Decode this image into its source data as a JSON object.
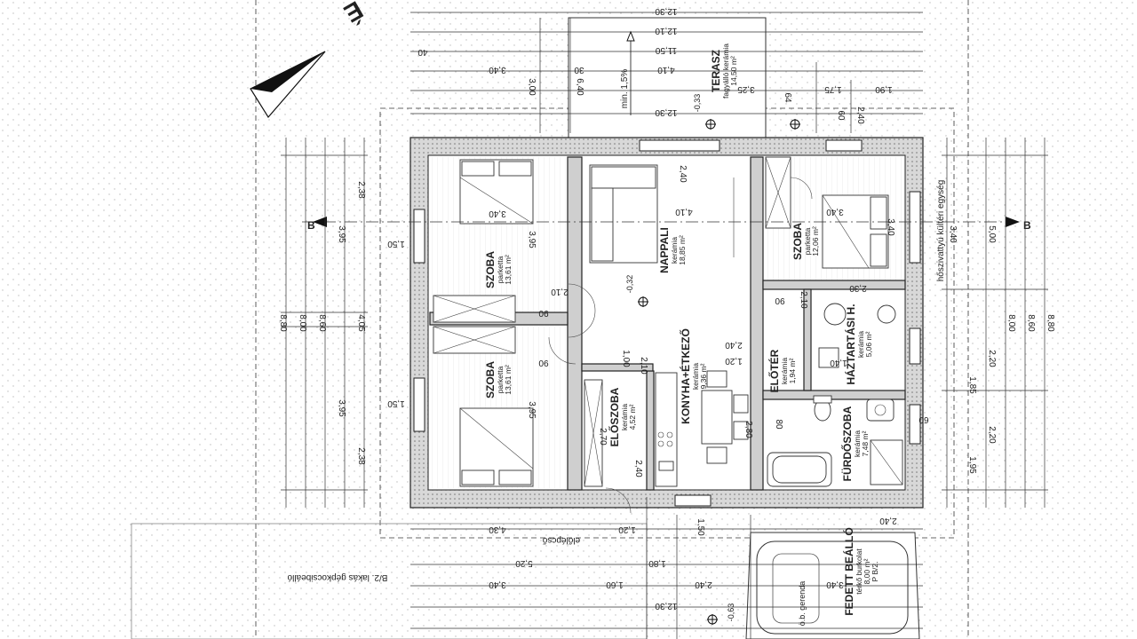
{
  "rooms": {
    "szoba_top": {
      "name": "SZOBA",
      "floor": "parketta",
      "area": "13,61 m²"
    },
    "szoba_bottom": {
      "name": "SZOBA",
      "floor": "parketta",
      "area": "13,61 m²"
    },
    "nappali": {
      "name": "NAPPALI",
      "floor": "kerámia",
      "area": "18,85 m²"
    },
    "konyha": {
      "name": "KONYHA+ÉTKEZŐ",
      "floor": "kerámia",
      "area": "9,36 m²"
    },
    "eloszoba": {
      "name": "ELŐSZOBA",
      "floor": "kerámia",
      "area": "4,52 m²"
    },
    "szoba_right": {
      "name": "SZOBA",
      "floor": "parketta",
      "area": "12,06 m²"
    },
    "eloter": {
      "name": "ELŐTÉR",
      "floor": "kerámia",
      "area": "1,94 m²"
    },
    "haztartasi": {
      "name": "HÁZTARTÁSI H.",
      "floor": "kerámia",
      "area": "5,06 m²"
    },
    "furdo": {
      "name": "FÜRDŐSZOBA",
      "floor": "kerámia",
      "area": "7,48 m²"
    },
    "terasz": {
      "name": "TERASZ",
      "floor": "fagyálló kerámia",
      "area": "14,50 m²"
    },
    "beallo": {
      "name": "FEDETT BEÁLLÓ",
      "floor": "térkő burkolat",
      "area": "8,00 m²",
      "extra": "P B/2."
    }
  },
  "labels": {
    "section_left": "B",
    "section_right": "B",
    "north": "É",
    "hoszivattyu": "hőszivattyú kültéri egység",
    "beallo_note": "B/2. lakás gépkocsibeálló",
    "elotepeso": "előlépcső",
    "gerenda": "ö.b. gerenda",
    "min_slope": "min. 1,5%",
    "level_033": "-0,33",
    "level_032": "-0,32",
    "level_063": "-0,63"
  },
  "dims": {
    "top_total": "12,30",
    "top_a": "12,10",
    "top_b": "11,50",
    "top_c": "4,10",
    "top_d": "3,40",
    "top_e": "3,25",
    "top_f": "1,75",
    "top_g": "1,90",
    "top_h": "6,40",
    "top_i": "3,00",
    "top_j": "2,40",
    "top_k": "40",
    "top_l": "30",
    "top_m": "64",
    "top_n": "60",
    "left_a": "8,80",
    "left_b": "8,00",
    "left_c": "8,60",
    "left_d": "3,95",
    "left_e": "4,05",
    "left_f": "2,38",
    "left_g": "1,50",
    "right_a": "8,80",
    "right_b": "8,60",
    "right_c": "8,00",
    "right_d": "5,00",
    "right_e": "3,40",
    "right_f": "2,20",
    "right_g": "1,85",
    "right_h": "1,95",
    "bottom_a": "12,30",
    "bottom_b": "4,30",
    "bottom_c": "5,20",
    "bottom_d": "1,80",
    "bottom_e": "3,40",
    "bottom_f": "2,40",
    "bottom_g": "1,60",
    "bottom_h": "2,80",
    "bottom_i": "1,50",
    "bottom_j": "1,20",
    "inner_a": "3,40",
    "inner_b": "3,95",
    "inner_c": "2,10",
    "inner_d": "1,00",
    "inner_e": "90",
    "inner_f": "2,70",
    "inner_g": "4,10",
    "inner_h": "2,40",
    "inner_i": "1,20",
    "inner_j": "2,30",
    "inner_k": "3,40",
    "inner_l": "1,40",
    "inner_m": "60",
    "inner_n": "80"
  }
}
